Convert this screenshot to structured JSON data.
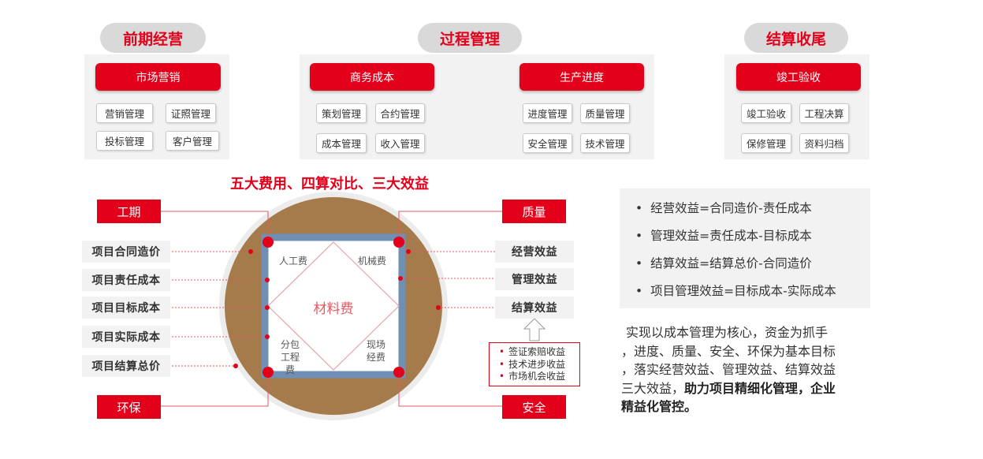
{
  "phases": [
    {
      "title": "前期经营",
      "sections": [
        {
          "header": "市场营销",
          "items": [
            "营销管理",
            "证照管理",
            "投标管理",
            "客户管理"
          ]
        }
      ]
    },
    {
      "title": "过程管理",
      "sections": [
        {
          "header": "商务成本",
          "items": [
            "策划管理",
            "合约管理",
            "成本管理",
            "收入管理"
          ]
        },
        {
          "header": "生产进度",
          "items": [
            "进度管理",
            "质量管理",
            "安全管理",
            "技术管理"
          ]
        }
      ]
    },
    {
      "title": "结算收尾",
      "sections": [
        {
          "header": "竣工验收",
          "items": [
            "竣工验收",
            "工程决算",
            "保修管理",
            "资料归档"
          ]
        }
      ]
    }
  ],
  "diagram": {
    "title": "五大费用、四算对比、三大效益",
    "corners": {
      "top_left": "工期",
      "top_right": "质量",
      "bottom_left": "环保",
      "bottom_right": "安全"
    },
    "left_items": [
      "项目合同造价",
      "项目责任成本",
      "项目目标成本",
      "项目实际成本",
      "项目结算总价"
    ],
    "right_items": [
      "经营效益",
      "管理效益",
      "结算效益"
    ],
    "center": "材料费",
    "costs": {
      "top_left": "人工费",
      "top_right": "机械费",
      "bottom_left": "分包工程费",
      "bottom_right": "现场经费"
    },
    "bonus_items": [
      "签证索赔收益",
      "技术进步收益",
      "市场机会收益"
    ],
    "colors": {
      "accent": "#e3001b",
      "frame": "#6f8fb4",
      "circle": "#a57b4b"
    }
  },
  "benefits": [
    "经营效益=合同造价-责任成本",
    "管理效益=责任成本-目标成本",
    "结算效益=结算总价-合同造价",
    "项目管理效益=目标成本-实际成本"
  ],
  "summary": {
    "lines": [
      "实现以成本管理为核心，资金为抓手",
      "，进度、质量、安全、环保为基本目标",
      "，落实经营效益、管理效益、结算效益"
    ],
    "last_prefix": "三大效益，",
    "last_bold": "助力项目精细化管理，企业",
    "final_bold": "精益化管控。"
  }
}
